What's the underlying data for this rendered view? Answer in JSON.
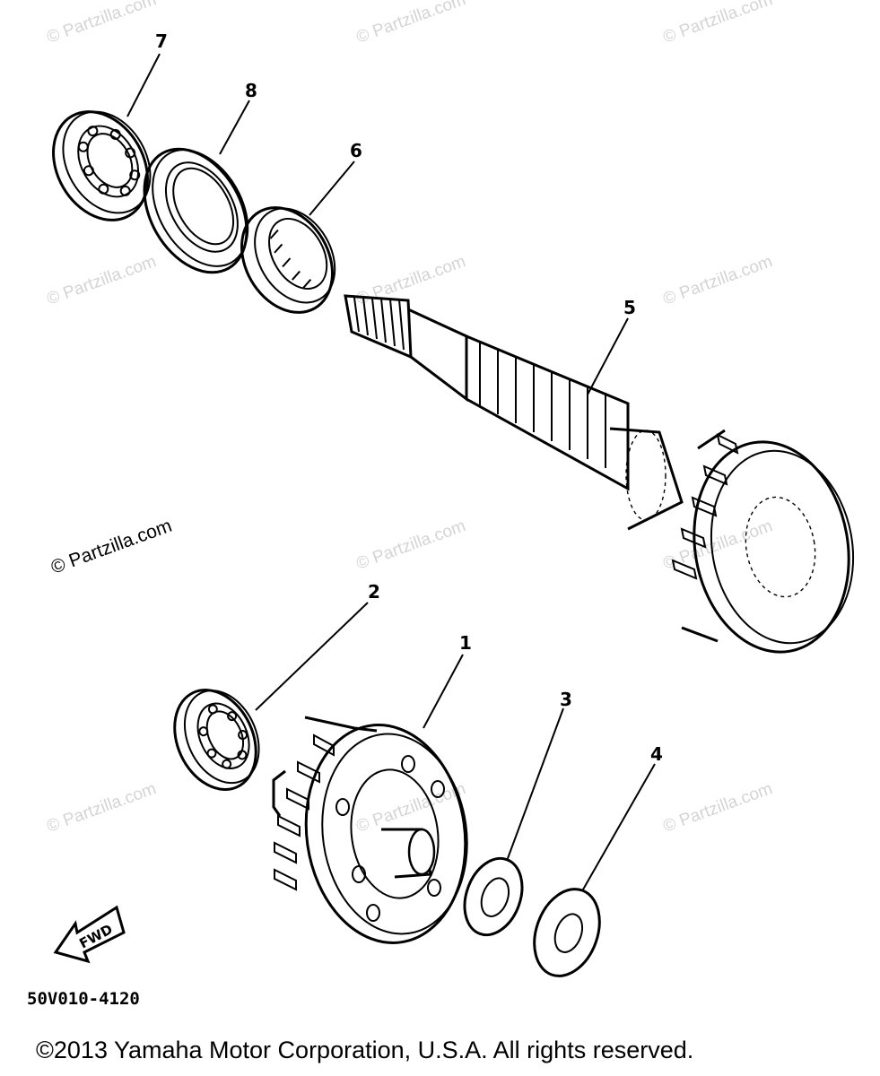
{
  "watermarks": [
    "© Partzilla.com",
    "© Partzilla.com",
    "© Partzilla.com",
    "© Partzilla.com",
    "© Partzilla.com",
    "© Partzilla.com",
    "© Partzilla.com",
    "© Partzilla.com",
    "© Partzilla.com",
    "© Partzilla.com",
    "© Partzilla.com"
  ],
  "callouts": {
    "part_1": "1",
    "part_2": "2",
    "part_3": "3",
    "part_4": "4",
    "part_5": "5",
    "part_6": "6",
    "part_7": "7",
    "part_8": "8"
  },
  "fwd_arrow": {
    "label": "FWD"
  },
  "diagram_code": "50V010-4120",
  "copyright": "©2013 Yamaha Motor Corporation, U.S.A. All rights reserved."
}
